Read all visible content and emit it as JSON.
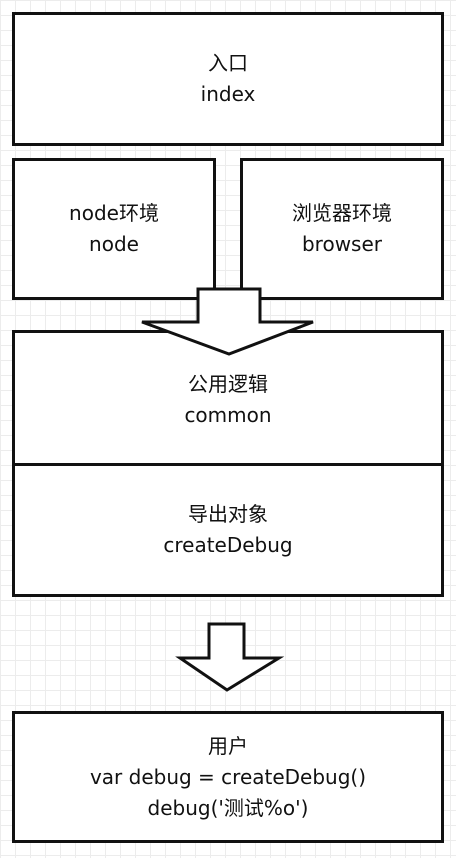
{
  "diagram": {
    "entry": {
      "title": "入口",
      "subtitle": "index"
    },
    "node_env": {
      "title": "node环境",
      "subtitle": "node"
    },
    "browser_env": {
      "title": "浏览器环境",
      "subtitle": "browser"
    },
    "common": {
      "title": "公用逻辑",
      "subtitle": "common"
    },
    "export": {
      "title": "导出对象",
      "subtitle": "createDebug"
    },
    "user": {
      "title": "用户",
      "code_line1": "var debug = createDebug()",
      "code_line2": "debug('测试%o')"
    }
  },
  "colors": {
    "stroke": "#111111",
    "fill": "#ffffff",
    "grid": "#ececec"
  }
}
